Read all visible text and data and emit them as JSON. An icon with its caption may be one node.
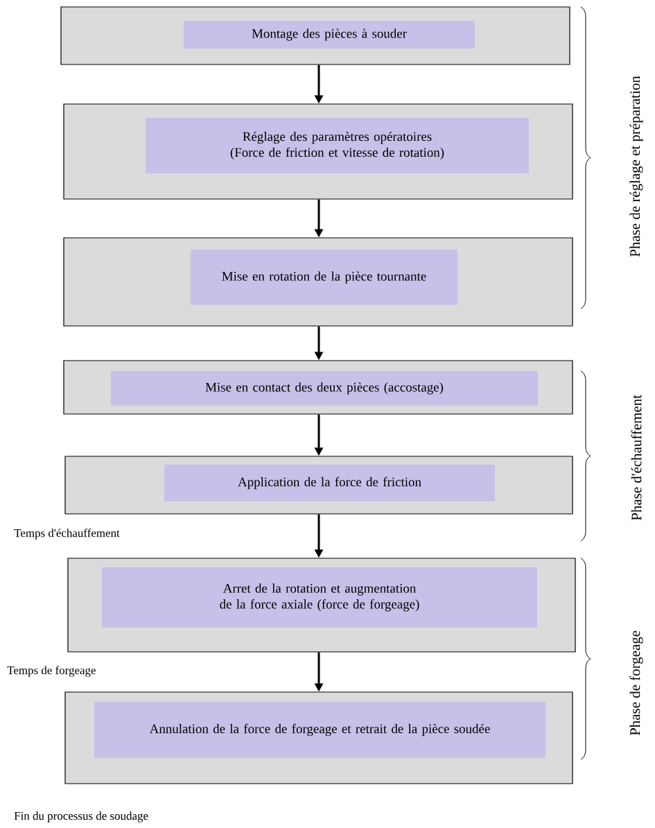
{
  "diagram": {
    "nodes": [
      {
        "text": [
          "Montage des pièces à souder"
        ]
      },
      {
        "text": [
          "Réglage des paramètres opératoires (Force de friction et vitesse de rotation)"
        ]
      },
      {
        "text": [
          "Mise en rotation de la pièce tournante"
        ]
      },
      {
        "text": [
          "Mise en contact des deux pièces (accostage)"
        ]
      },
      {
        "text": [
          "Application de la force de friction"
        ]
      },
      {
        "text": [
          "Arret de la rotation et augmentation de la force axiale (force de forgeage)"
        ]
      },
      {
        "text": [
          "Annulation de la force de forgeage et retrait de la pièce soudée"
        ]
      }
    ],
    "edges": [
      {
        "from": 0,
        "to": 1,
        "arrow": "to"
      },
      {
        "from": 1,
        "to": 2,
        "arrow": "to"
      },
      {
        "from": 2,
        "to": 3,
        "arrow": "to"
      },
      {
        "from": 3,
        "to": 4,
        "arrow": "to"
      },
      {
        "from": 4,
        "to": 5,
        "arrow": "to"
      },
      {
        "from": 5,
        "to": 6,
        "arrow": "to"
      }
    ],
    "labels": [
      "Phase de réglage et préparation",
      "Phase d'échauffement",
      "Temps d'échauffement",
      "Phase de forgeage",
      "Temps de forgeage",
      "Fin du processus de soudage"
    ]
  }
}
